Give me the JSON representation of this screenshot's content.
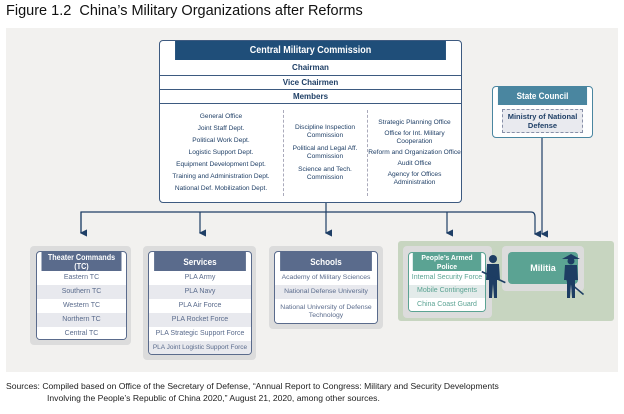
{
  "title": "Figure 1.2  China’s Military Organizations after Reforms",
  "cmc": {
    "title": "Central Military Commission",
    "rows": [
      "Chairman",
      "Vice Chairmen",
      "Members"
    ],
    "col1": [
      "General Office",
      "Joint Staff Dept.",
      "Political Work Dept.",
      "Logistic Support Dept.",
      "Equipment Development Dept.",
      "Training and Administration Dept.",
      "National Def. Mobilization Dept."
    ],
    "col2": [
      "Discipline Inspection Commission",
      "Political and Legal Aff. Commission",
      "Science and Tech. Commission"
    ],
    "col3": [
      "Strategic Planning Office",
      "Office for Int. Military Cooperation",
      "Reform and Organization Office",
      "Audit Office",
      "Agency for Offices Administration"
    ]
  },
  "state_council": {
    "title": "State Council",
    "ministry": "Ministry of National Defense"
  },
  "theater": {
    "title": "Theater Commands (TC)",
    "items": [
      "Eastern TC",
      "Southern TC",
      "Western TC",
      "Northern TC",
      "Central TC"
    ]
  },
  "services": {
    "title": "Services",
    "items": [
      "PLA Army",
      "PLA Navy",
      "PLA Air Force",
      "PLA Rocket Force",
      "PLA Strategic Support Force",
      "PLA Joint Logistic Support Force"
    ]
  },
  "schools": {
    "title": "Schools",
    "items": [
      "Academy of Military Sciences",
      "National Defense University",
      "National University of Defense Technology"
    ]
  },
  "pap": {
    "title": "People’s Armed Police",
    "items": [
      "Internal Security Force",
      "Mobile Contingents",
      "China Coast Guard"
    ]
  },
  "militia": {
    "title": "Militia"
  },
  "sources": {
    "label": "Sources:",
    "line1": "Compiled based on Office of the Secretary of Defense, “Annual Report to Congress: Military and Security Developments",
    "line2": "Involving the People’s Republic of China 2020,” August 21, 2020, among other sources."
  },
  "colors": {
    "cmc_header": "#1f4e79",
    "state_council_header": "#4a86a0",
    "slate_header": "#5a6b8c",
    "teal": "#5ba393",
    "green_area": "#c7d5c0"
  }
}
